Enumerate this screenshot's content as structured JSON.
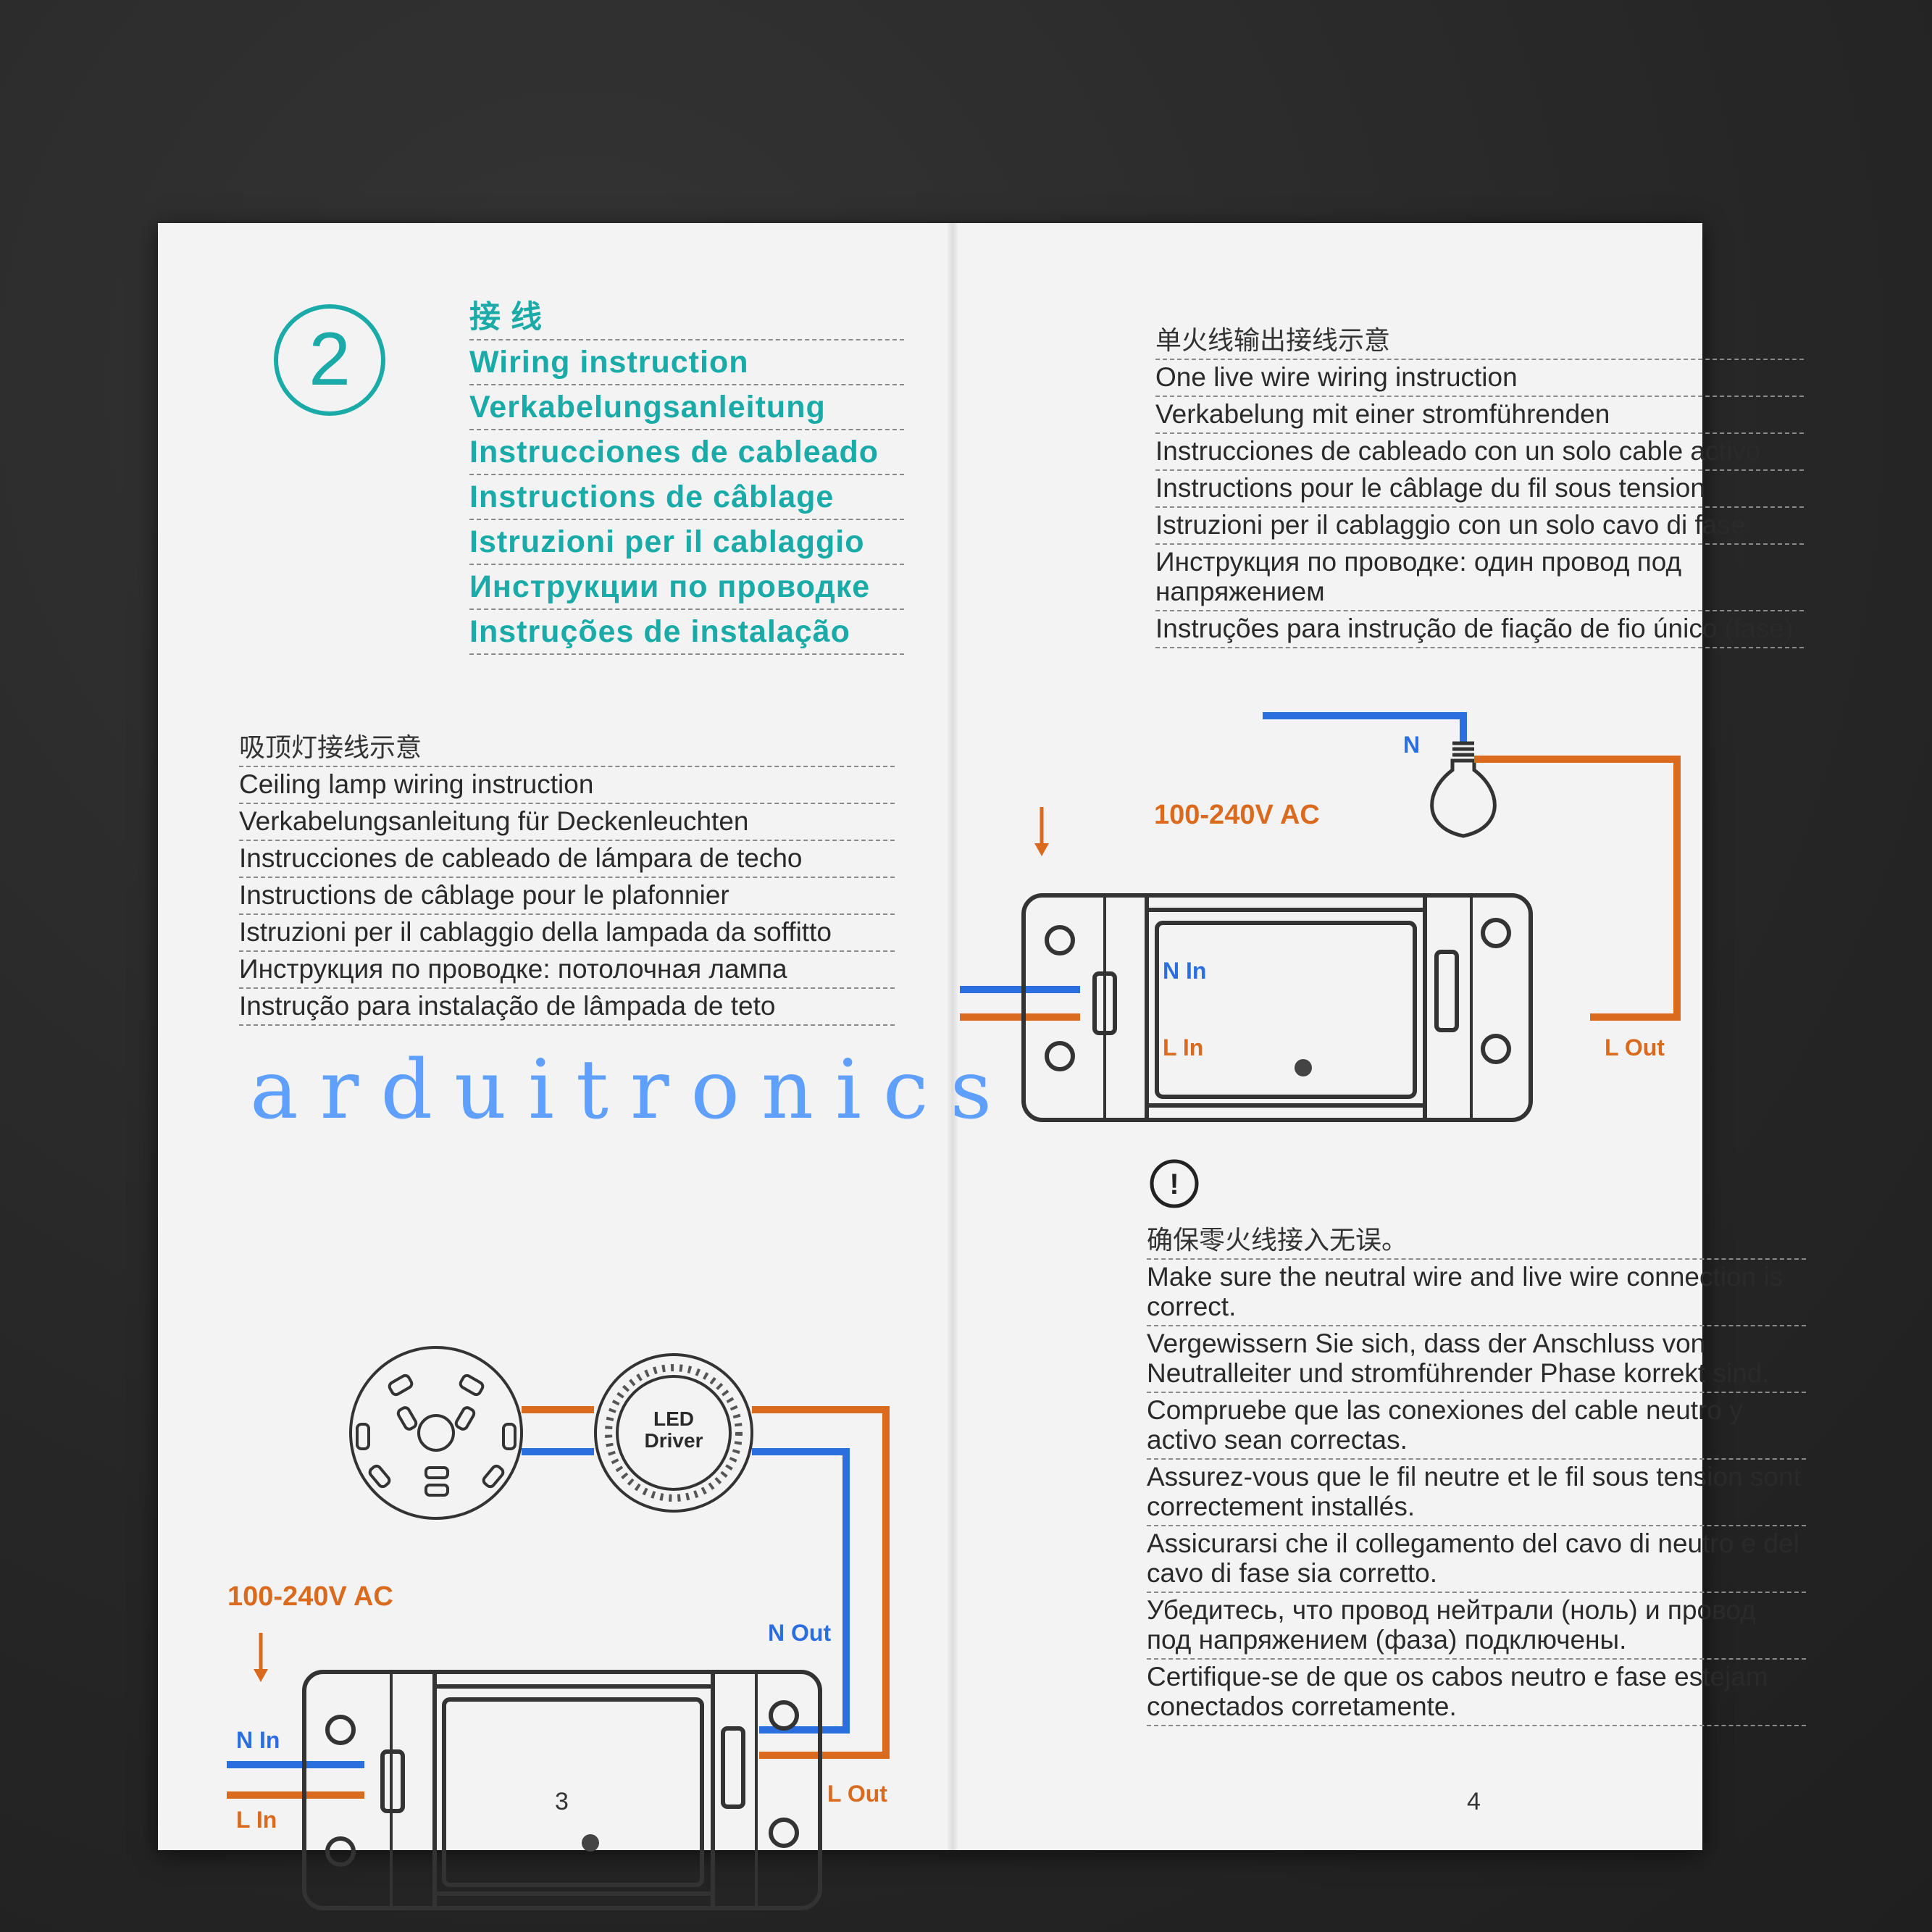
{
  "left_page": {
    "step_number": "2",
    "title_lines": [
      "接 线",
      "Wiring instruction",
      "Verkabelungsanleitung",
      "Instrucciones de cableado",
      "Instructions de câblage",
      "Istruzioni per il cablaggio",
      "Инструкции по проводке",
      "Instruções de instalação"
    ],
    "ceiling_heading": "吸顶灯接线示意",
    "ceiling_lines": [
      "Ceiling lamp wiring instruction",
      "Verkabelungsanleitung für Deckenleuchten",
      "Instrucciones de cableado de lámpara de techo",
      "Instructions de câblage pour le plafonnier",
      "Istruzioni per il cablaggio della lampada da soffitto",
      "Инструкция по проводке: потолочная лампа",
      "Instrução para instalação de lâmpada de teto"
    ],
    "diagram": {
      "voltage": "100-240V AC",
      "led_driver": [
        "LED",
        "Driver"
      ],
      "n_in": "N In",
      "l_in": "L In",
      "n_out": "N Out",
      "l_out": "L Out"
    },
    "page_number": "3"
  },
  "right_page": {
    "single_heading": "单火线输出接线示意",
    "single_lines": [
      "One live wire wiring instruction",
      "Verkabelung mit einer stromführenden",
      "Instrucciones de cableado con un solo cable activo",
      "Instructions pour le câblage du fil sous tension",
      "Istruzioni per il cablaggio con un solo cavo di fase",
      "Инструкция по проводке: один провод под напряжением",
      "Instruções para instrução de fiação de fio único (fase)"
    ],
    "diagram": {
      "voltage": "100-240V AC",
      "n": "N",
      "n_in": "N In",
      "l_in": "L In",
      "l_out": "L Out"
    },
    "warning_symbol": "!",
    "warning_heading": "确保零火线接入无误。",
    "warning_lines": [
      "Make sure the neutral wire and live wire connection is correct.",
      "Vergewissern Sie sich, dass der Anschluss von Neutralleiter und stromführender Phase korrekt sind.",
      "Compruebe que las conexiones del cable neutro y activo sean correctas.",
      "Assurez-vous que le fil neutre et le fil sous tension sont correctement installés.",
      "Assicurarsi che il collegamento del cavo di neutro e del cavo di fase sia corretto.",
      "Убедитесь, что провод нейтрали (ноль) и провод под напряжением (фаза) подключены.",
      "Certifique-se de que os cabos neutro e fase estejam conectados corretamente."
    ],
    "page_number": "4"
  },
  "watermark": "arduitronics",
  "colors": {
    "teal": "#1aaaa8",
    "neutral_wire": "#2a6ee0",
    "live_wire": "#d96a1e"
  },
  "icons": [
    "lamp-base-icon",
    "led-driver-icon",
    "switch-module-icon",
    "light-bulb-icon",
    "warning-icon",
    "down-arrow-icon"
  ]
}
